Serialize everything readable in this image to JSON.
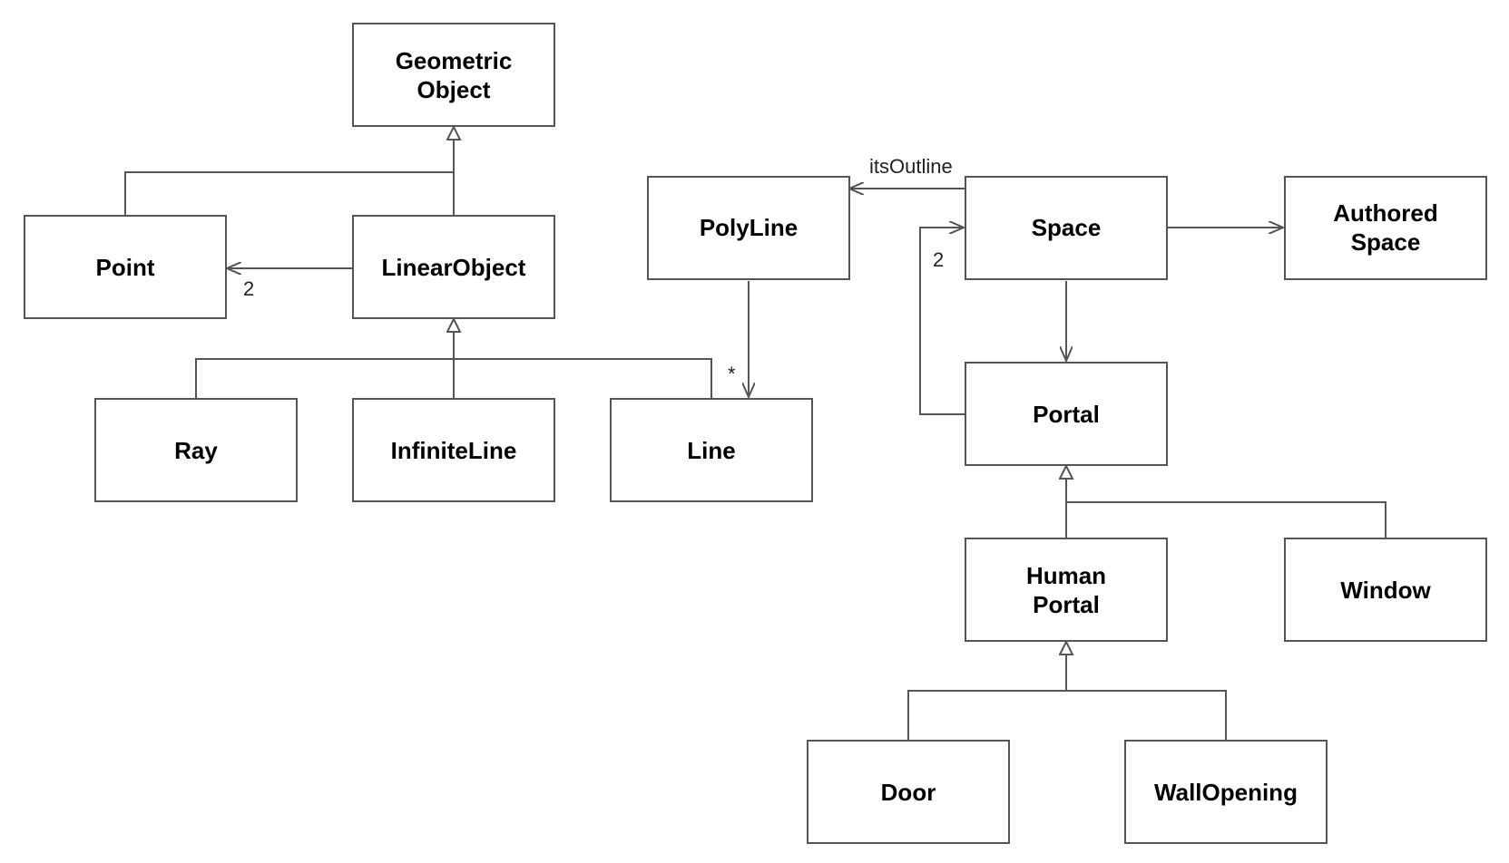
{
  "classes": {
    "geometric_object": [
      "Geometric",
      "Object"
    ],
    "linear_object": [
      "LinearObject"
    ],
    "point": [
      "Point"
    ],
    "ray": [
      "Ray"
    ],
    "infinite_line": [
      "InfiniteLine"
    ],
    "line": [
      "Line"
    ],
    "polyline": [
      "PolyLine"
    ],
    "space": [
      "Space"
    ],
    "authored_space": [
      "Authored",
      "Space"
    ],
    "portal": [
      "Portal"
    ],
    "human_portal": [
      "Human",
      "Portal"
    ],
    "window": [
      "Window"
    ],
    "door": [
      "Door"
    ],
    "wall_opening": [
      "WallOpening"
    ]
  },
  "relations": {
    "linear_to_point_multiplicity": "2",
    "polyline_to_line_multiplicity": "*",
    "space_to_polyline_role": "itsOutline",
    "portal_to_space_multiplicity": "2"
  },
  "colors": {
    "stroke": "#555555",
    "text": "#000000",
    "background": "#ffffff"
  }
}
